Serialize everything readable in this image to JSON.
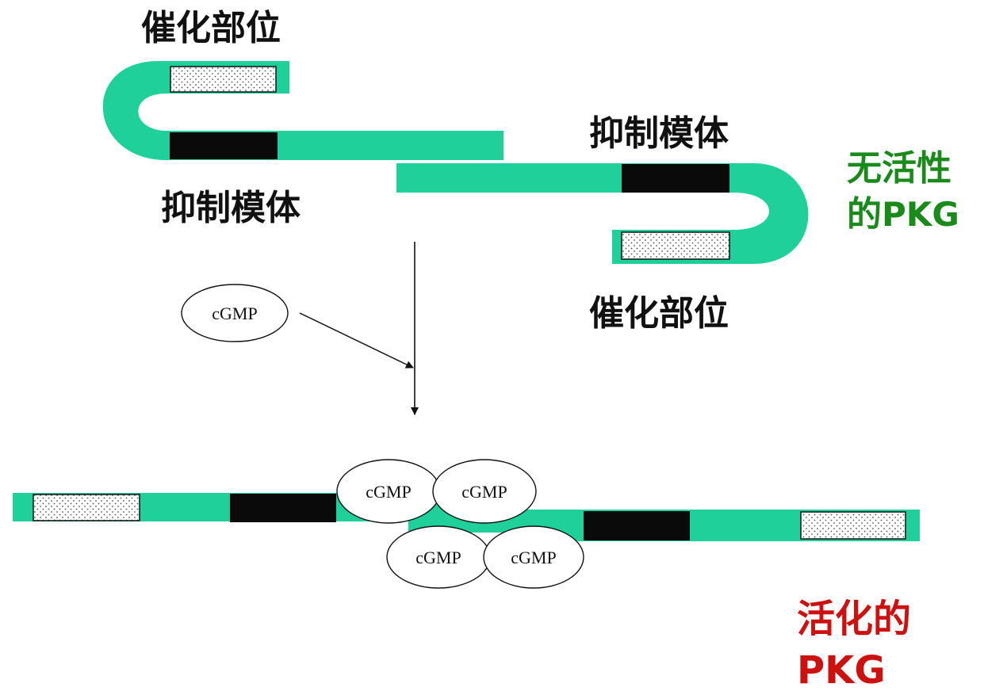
{
  "labels": {
    "catalytic_top": "催化部位",
    "inhibitory_top_left": "抑制模体",
    "inhibitory_top_right": "抑制模体",
    "catalytic_bottom_right": "催化部位"
  },
  "inactive_pkg": {
    "line1": "无活性",
    "line2_cn": "的",
    "line2_latin": "PKG"
  },
  "active_pkg": {
    "line1": "活化的",
    "line2": "PKG"
  },
  "cgmp": {
    "free": "cGMP",
    "bound_1": "cGMP",
    "bound_2": "cGMP",
    "bound_3": "cGMP",
    "bound_4": "cGMP"
  },
  "colors": {
    "strand": "#1fd09a",
    "inhibitory_region": "#0a0a0a",
    "inactive_label": "#1a8a1a",
    "active_label": "#cc1111"
  }
}
